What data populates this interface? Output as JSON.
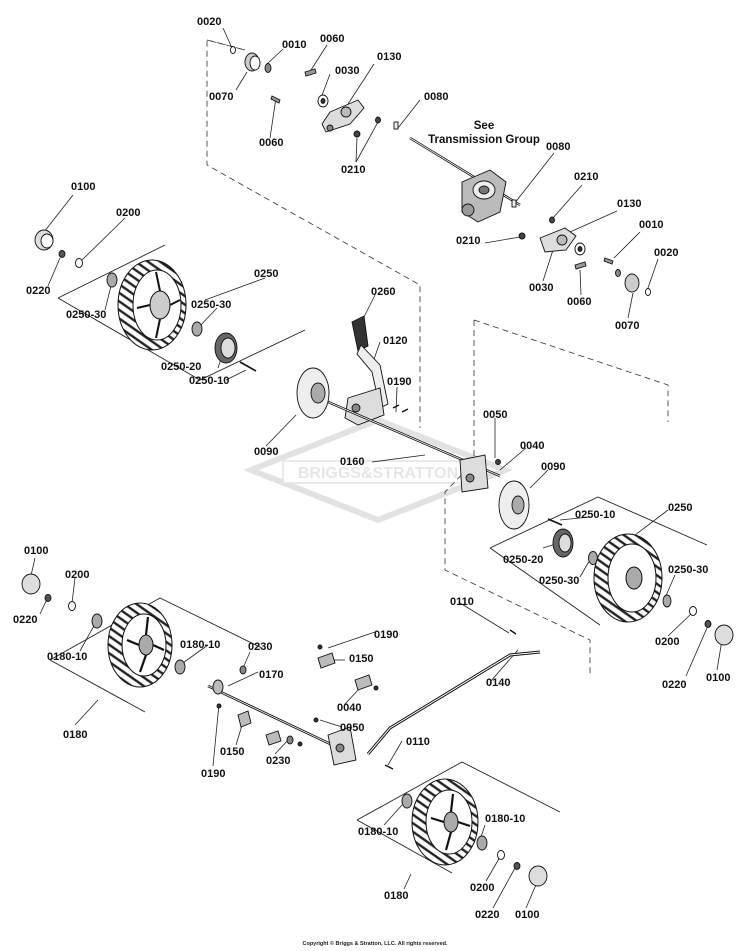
{
  "diagram": {
    "note_line1": "See",
    "note_line2": "Transmission Group",
    "watermark": "BRIGGS&STRATTON",
    "copyright": "Copyright © Briggs & Stratton, LLC. All rights reserved.",
    "callouts": [
      {
        "id": "c01",
        "text": "0020"
      },
      {
        "id": "c02",
        "text": "0010"
      },
      {
        "id": "c03",
        "text": "0060"
      },
      {
        "id": "c04",
        "text": "0070"
      },
      {
        "id": "c05",
        "text": "0030"
      },
      {
        "id": "c06",
        "text": "0130"
      },
      {
        "id": "c07",
        "text": "0080"
      },
      {
        "id": "c08",
        "text": "0060"
      },
      {
        "id": "c09",
        "text": "0210"
      },
      {
        "id": "c10",
        "text": "0080"
      },
      {
        "id": "c11",
        "text": "0210"
      },
      {
        "id": "c12",
        "text": "0130"
      },
      {
        "id": "c13",
        "text": "0010"
      },
      {
        "id": "c14",
        "text": "0210"
      },
      {
        "id": "c15",
        "text": "0020"
      },
      {
        "id": "c16",
        "text": "0030"
      },
      {
        "id": "c17",
        "text": "0060"
      },
      {
        "id": "c18",
        "text": "0070"
      },
      {
        "id": "c19",
        "text": "0100"
      },
      {
        "id": "c20",
        "text": "0200"
      },
      {
        "id": "c21",
        "text": "0220"
      },
      {
        "id": "c22",
        "text": "0250"
      },
      {
        "id": "c23",
        "text": "0250-30"
      },
      {
        "id": "c24",
        "text": "0250-30"
      },
      {
        "id": "c25",
        "text": "0260"
      },
      {
        "id": "c26",
        "text": "0250-20"
      },
      {
        "id": "c27",
        "text": "0120"
      },
      {
        "id": "c28",
        "text": "0250-10"
      },
      {
        "id": "c29",
        "text": "0190"
      },
      {
        "id": "c30",
        "text": "0090"
      },
      {
        "id": "c31",
        "text": "0050"
      },
      {
        "id": "c32",
        "text": "0160"
      },
      {
        "id": "c33",
        "text": "0040"
      },
      {
        "id": "c34",
        "text": "0090"
      },
      {
        "id": "c35",
        "text": "0250-10"
      },
      {
        "id": "c36",
        "text": "0250"
      },
      {
        "id": "c37",
        "text": "0250-20"
      },
      {
        "id": "c38",
        "text": "0250-30"
      },
      {
        "id": "c39",
        "text": "0250-30"
      },
      {
        "id": "c40",
        "text": "0100"
      },
      {
        "id": "c41",
        "text": "0200"
      },
      {
        "id": "c42",
        "text": "0110"
      },
      {
        "id": "c43",
        "text": "0220"
      },
      {
        "id": "c44",
        "text": "0180-10"
      },
      {
        "id": "c45",
        "text": "0180-10"
      },
      {
        "id": "c46",
        "text": "0230"
      },
      {
        "id": "c47",
        "text": "0190"
      },
      {
        "id": "c48",
        "text": "0150"
      },
      {
        "id": "c49",
        "text": "0200"
      },
      {
        "id": "c50",
        "text": "0170"
      },
      {
        "id": "c51",
        "text": "0140"
      },
      {
        "id": "c52",
        "text": "0220"
      },
      {
        "id": "c53",
        "text": "0100"
      },
      {
        "id": "c54",
        "text": "0040"
      },
      {
        "id": "c55",
        "text": "0050"
      },
      {
        "id": "c56",
        "text": "0180"
      },
      {
        "id": "c57",
        "text": "0110"
      },
      {
        "id": "c58",
        "text": "0150"
      },
      {
        "id": "c59",
        "text": "0190"
      },
      {
        "id": "c60",
        "text": "0230"
      },
      {
        "id": "c61",
        "text": "0180-10"
      },
      {
        "id": "c62",
        "text": "0180-10"
      },
      {
        "id": "c63",
        "text": "0180"
      },
      {
        "id": "c64",
        "text": "0200"
      },
      {
        "id": "c65",
        "text": "0220"
      },
      {
        "id": "c66",
        "text": "0100"
      }
    ]
  }
}
